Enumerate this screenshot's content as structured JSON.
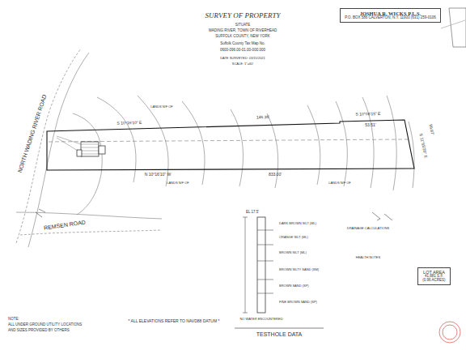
{
  "diagram": {
    "title": "SURVEY OF PROPERTY",
    "nodes": [
      {
        "text": [
          "JOSHUA R. WICKS P.L.S.",
          "P.O. BOX 586 CALVERTON, N.Y. 11933 (631) 259-0106"
        ]
      },
      {
        "text": [
          "LOT AREA",
          "41,881 S.F.",
          "(0.96 ACRES)"
        ]
      }
    ],
    "labels": [
      "SITUATE",
      "WADING RIVER, TOWN OF RIVERHEAD",
      "SUFFOLK COUNTY, NEW YORK",
      "Suffolk County Tax Map No.",
      "0600-096.00-01.00-000.000",
      "DATE SURVEYED: 03/15/2021",
      "SCALE: 1\"=60'",
      "NORTH WADING RIVER ROAD",
      "REMSEN ROAD",
      "S 10°16'10\" E",
      "146.35'",
      "S 10°08'15\" E",
      "53.51'",
      "S 11°55'20\" E",
      "99.87'",
      "N 10°16'10\" W",
      "833.00'",
      "LANDS N/F OF",
      "LANDS N/F OF",
      "LANDS N/F OF",
      "EL 17.5'",
      "DARK BROWN SILT (ML)",
      "ORANGE SILT (ML)",
      "BROWN SILT (ML)",
      "BROWN SILTY SAND (SM)",
      "BROWN SAND (SP)",
      "FINE BROWN SAND (SP)",
      "NO WATER ENCOUNTERED",
      "TESTHOLE DATA",
      "DRAINAGE CALCULATIONS",
      "HEALTH NOTES",
      "NOTE:",
      "ALL UNDER GROUND UTILITY LOCATIONS",
      "AND SIZES PROVIDED BY OTHERS",
      "* ALL ELEVATIONS REFER TO NAVD88 DATUM *"
    ]
  }
}
